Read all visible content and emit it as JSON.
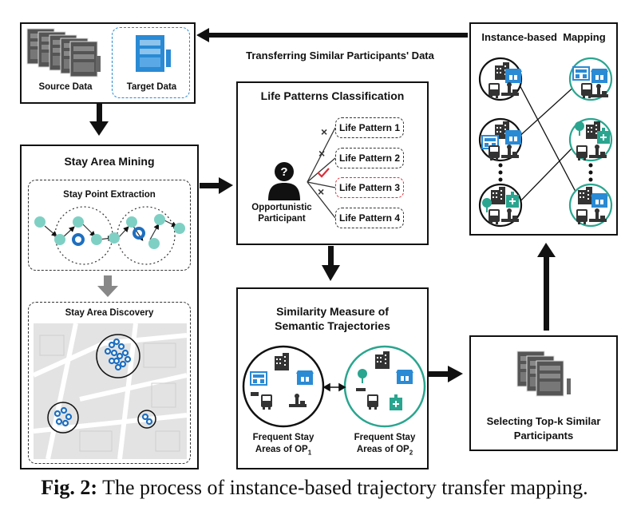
{
  "source_target": {
    "source_label": "Source Data",
    "target_label": "Target  Data"
  },
  "transfer_label": "Transferring Similar Participants' Data",
  "stay_area_mining": {
    "title": "Stay Area Mining",
    "extraction_title": "Stay Point Extraction",
    "discovery_title": "Stay Area Discovery"
  },
  "life_patterns": {
    "title": "Life Patterns Classification",
    "participant_label_1": "Opportunistic",
    "participant_label_2": "Participant",
    "patterns": [
      "Life Pattern 1",
      "Life Pattern 2",
      "Life Pattern 3",
      "Life Pattern 4"
    ],
    "selected_index": 2
  },
  "similarity": {
    "title_1": "Similarity Measure of",
    "title_2": "Semantic Trajectories",
    "left_label_1": "Frequent Stay",
    "left_label_2": "Areas of OP",
    "left_sub": "1",
    "right_label_1": "Frequent Stay",
    "right_label_2": "Areas of OP",
    "right_sub": "2"
  },
  "selecting": {
    "title_1": "Selecting Top-k Similar",
    "title_2": "Participants"
  },
  "mapping": {
    "title": "Instance-based  Mapping"
  },
  "caption": {
    "prefix": "Fig. 2:",
    "text": " The process of instance-based trajectory transfer mapping."
  },
  "colors": {
    "blue": "#2a8ad4",
    "teal": "#2aa58f",
    "node": "#7fd0c4",
    "dark_blue": "#1e6fc0",
    "red": "#d9303a"
  }
}
